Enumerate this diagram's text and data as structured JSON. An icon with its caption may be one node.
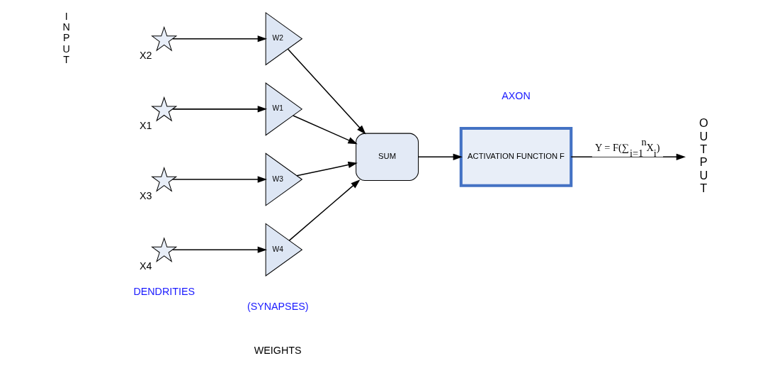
{
  "diagram": {
    "nodes": [
      {
        "text": [],
        "shape": "star",
        "beside": [
          "X1"
        ]
      },
      {
        "text": [],
        "shape": "star",
        "beside": [
          "X2"
        ]
      },
      {
        "text": [],
        "shape": "star",
        "beside": [
          "X3"
        ]
      },
      {
        "text": [],
        "shape": "star",
        "beside": [
          "X4"
        ]
      },
      {
        "text": [
          "W1"
        ]
      },
      {
        "text": [
          "W2"
        ]
      },
      {
        "text": [
          "W3"
        ]
      },
      {
        "text": [
          "W4"
        ]
      },
      {
        "text": [
          "SUM"
        ]
      },
      {
        "text": [
          "ACTIVATION FUNCTION F"
        ]
      },
      {
        "text": [
          "OUTPUT"
        ]
      }
    ],
    "edges": [
      {
        "from": 0,
        "to": 4,
        "arrow": "to"
      },
      {
        "from": 1,
        "to": 5,
        "arrow": "to"
      },
      {
        "from": 2,
        "to": 6,
        "arrow": "to"
      },
      {
        "from": 3,
        "to": 7,
        "arrow": "to"
      },
      {
        "from": 4,
        "to": 8,
        "arrow": "to"
      },
      {
        "from": 5,
        "to": 8,
        "arrow": "to"
      },
      {
        "from": 6,
        "to": 8,
        "arrow": "to"
      },
      {
        "from": 7,
        "to": 8,
        "arrow": "to"
      },
      {
        "from": 8,
        "to": 9,
        "arrow": "to"
      },
      {
        "from": 9,
        "to": 10,
        "arrow": "to",
        "label": "Y = F(∑$_{i=1}$$^{n}$X$_{i}$)"
      }
    ],
    "labels": [
      "WEIGHTS",
      "(SYNAPSES)",
      "DENDRITIES",
      "INPUT",
      "AXON"
    ]
  }
}
